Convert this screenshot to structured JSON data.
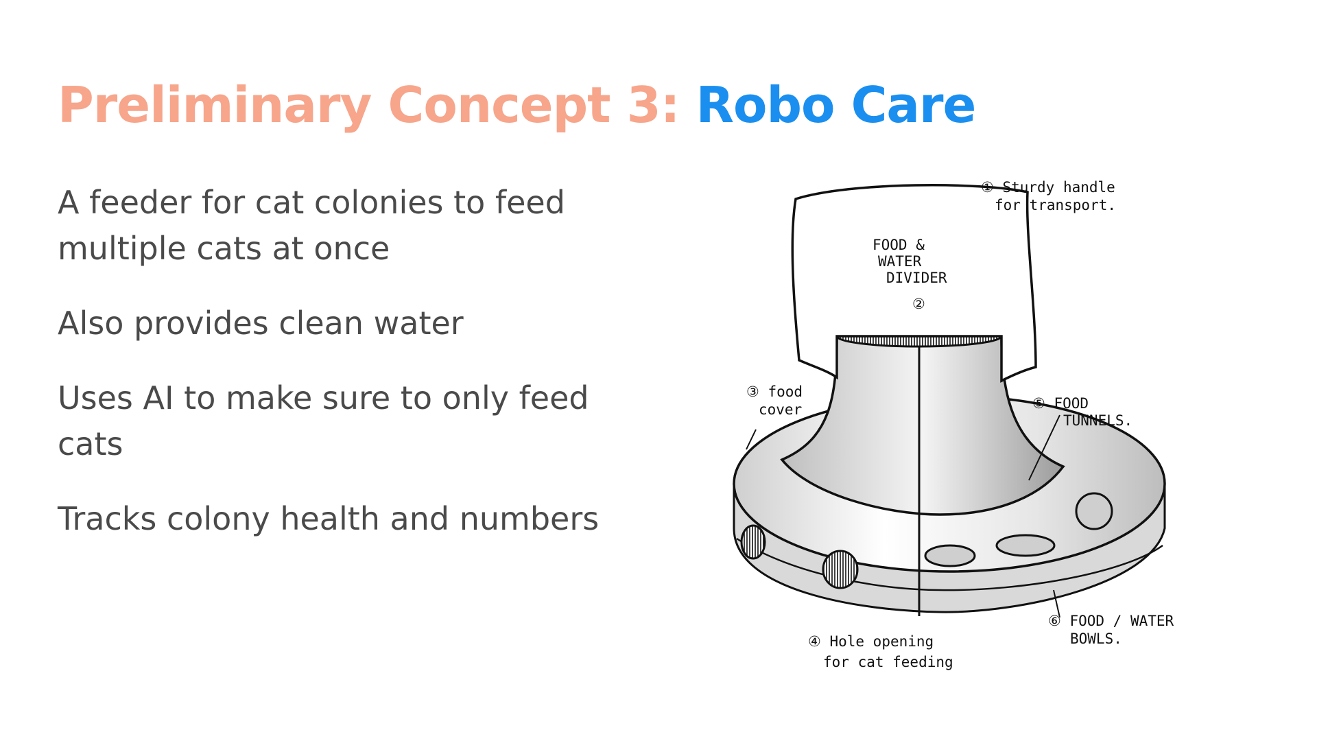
{
  "slide": {
    "title_prefix": "Preliminary Concept 3:",
    "title_name": "Robo Care",
    "bullets": [
      "A feeder for cat colonies to feed multiple cats at once",
      "Also provides clean water",
      "Uses AI to make sure to only feed cats",
      "Tracks colony health and numbers"
    ]
  },
  "sketch": {
    "labels": {
      "handle_1": "① Sturdy handle",
      "handle_2": "for transport.",
      "divider_1": "FOOD &",
      "divider_2": "WATER",
      "divider_3": "DIVIDER",
      "divider_num": "②",
      "cover_1": "③ food",
      "cover_2": "cover",
      "opening_1": "④ Hole opening",
      "opening_2": "for cat feeding",
      "tunnels_1": "⑤ FOOD",
      "tunnels_2": "TUNNELS.",
      "bowls_1": "⑥ FOOD / WATER",
      "bowls_2": "BOWLS."
    }
  },
  "colors": {
    "title_prefix": "#f7a58b",
    "title_name": "#1a8ff0",
    "body_text": "#4a4a4a"
  }
}
